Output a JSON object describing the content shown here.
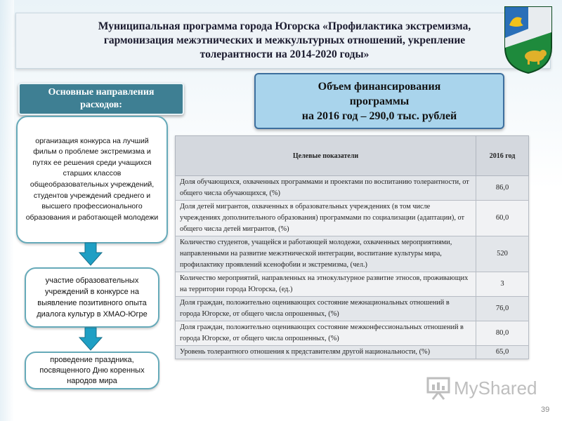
{
  "header": {
    "title_line1": "Муниципальная программа города Югорска «Профилактика экстремизма,",
    "title_line2": "гармонизация межэтнических и межкультурных отношений, укрепление",
    "title_line3": "толерантности на 2014-2020 годы»"
  },
  "left_panel": {
    "section_label_line1": "Основные направления",
    "section_label_line2": "расходов:",
    "steps": [
      "организация конкурса на лучший фильм о проблеме экстремизма и путях ее решения среди учащихся старших классов общеобразовательных учреждений, студентов учреждений среднего и высшего профессионального образования и работающей молодежи",
      "участие образовательных учреждений в конкурсе на выявление позитивного опыта диалога культур в ХМАО-Югре",
      "проведение праздника, посвященного Дню коренных народов мира"
    ]
  },
  "funding": {
    "line1": "Объем финансирования",
    "line2": "программы",
    "line3": "на 2016 год – 290,0 тыс. рублей"
  },
  "table": {
    "headers": [
      "Целевые показатели",
      "2016 год"
    ],
    "rows": [
      {
        "indicator": "Доля обучающихся, охваченных программами и проектами по воспитанию толерантности, от общего числа обучающихся, (%)",
        "value": "86,0"
      },
      {
        "indicator": "Доля детей мигрантов, охваченных в образовательных учреждениях (в том числе учреждениях дополнительного образования) программами по социализации (адаптации), от общего числа детей мигрантов, (%)",
        "value": "60,0"
      },
      {
        "indicator": "Количество студентов, учащейся и работающей молодежи, охваченных мероприятиями, направленными на развитие межэтнической интеграции, воспитание культуры мира, профилактику проявлений ксенофобии и экстремизма, (чел.)",
        "value": "520"
      },
      {
        "indicator": "Количество мероприятий, направленных на этнокультурное развитие этносов, проживающих на территории города Югорска, (ед.)",
        "value": "3"
      },
      {
        "indicator": "Доля граждан, положительно оценивающих состояние межнациональных отношений в города Югорске, от общего числа опрошенных, (%)",
        "value": "76,0"
      },
      {
        "indicator": "Доля граждан, положительно оценивающих состояние межконфессиональных отношений в города Югорске, от общего числа опрошенных, (%)",
        "value": "80,0"
      },
      {
        "indicator": "Уровень толерантного отношения к представителям другой национальности, (%)",
        "value": "65,0"
      }
    ]
  },
  "watermark": {
    "text": "MyShared"
  },
  "page_number": "39",
  "colors": {
    "section_label_bg": "#3e7f93",
    "flow_border": "#66aab9",
    "arrow_fill": "#1f9fc4",
    "funding_bg": "#a9d4ec",
    "funding_border": "#3d6f9e",
    "table_header_bg": "#d4d8de"
  }
}
